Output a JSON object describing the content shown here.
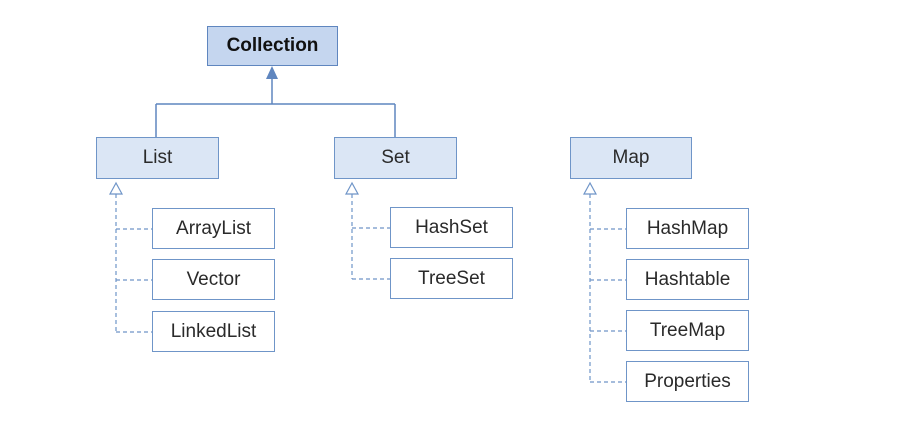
{
  "nodes": {
    "collection": "Collection",
    "list": "List",
    "set": "Set",
    "map": "Map",
    "arraylist": "ArrayList",
    "vector": "Vector",
    "linkedlist": "LinkedList",
    "hashset": "HashSet",
    "treeset": "TreeSet",
    "hashmap": "HashMap",
    "hashtable": "Hashtable",
    "treemap": "TreeMap",
    "properties": "Properties"
  },
  "colors": {
    "line": "#5f86bf",
    "dashed_line": "#6f95c8",
    "interface_fill": "#dbe6f5",
    "root_fill": "#c5d6ef"
  }
}
